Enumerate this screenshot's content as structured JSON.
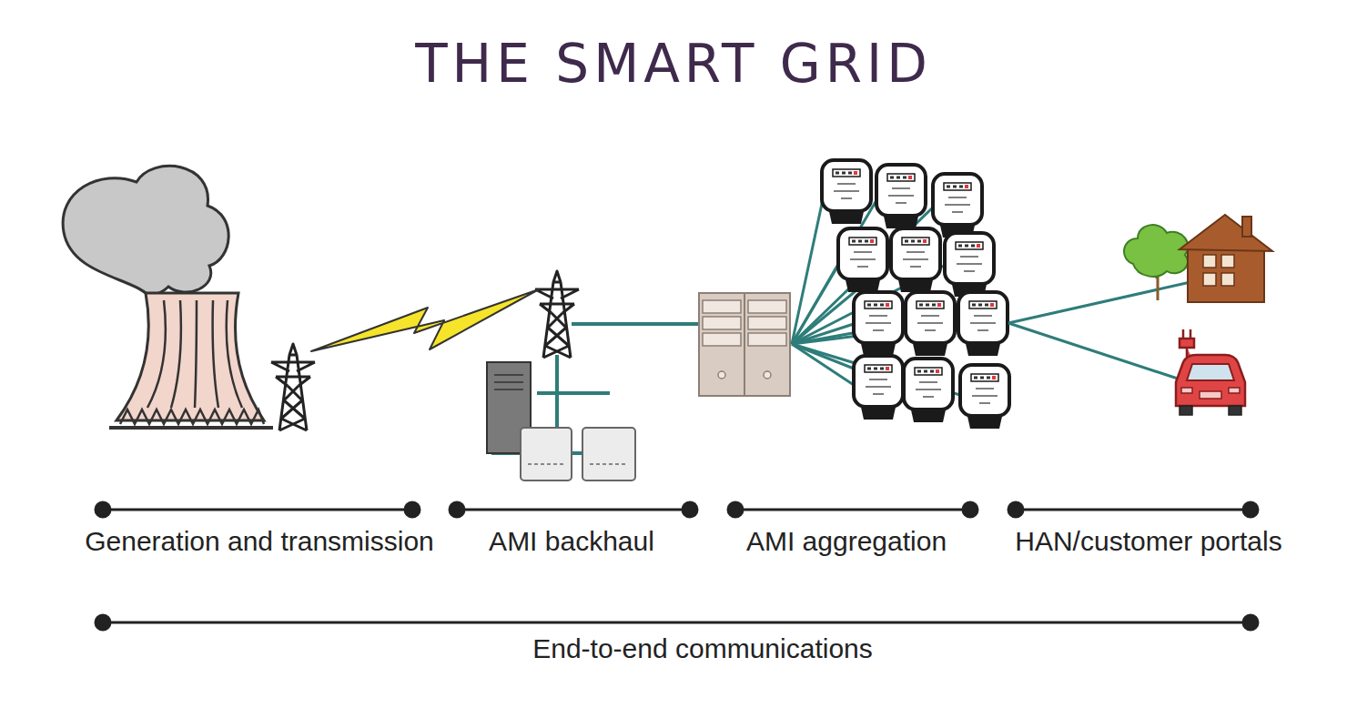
{
  "diagram": {
    "title": "THE SMART GRID",
    "labels": [
      "Generation and transmission",
      "AMI backhaul",
      "AMI aggregation",
      "HAN/customer portals",
      "End-to-end communications"
    ]
  }
}
